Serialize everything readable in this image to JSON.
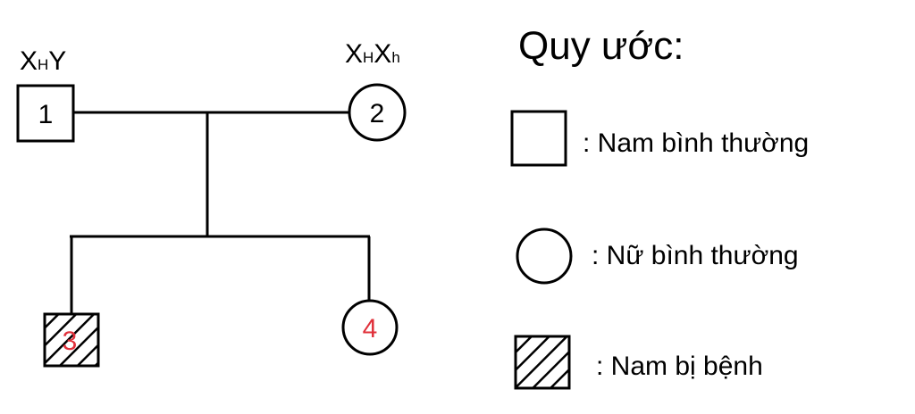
{
  "individuals": [
    {
      "id": "1",
      "number": "1",
      "sex": "male",
      "status": "normal",
      "genotype": {
        "x1": "X",
        "x1_sub": "H",
        "x2": "Y",
        "x2_sub": ""
      }
    },
    {
      "id": "2",
      "number": "2",
      "sex": "female",
      "status": "normal",
      "genotype": {
        "x1": "X",
        "x1_sub": "H",
        "x2": "X",
        "x2_sub": "h"
      }
    },
    {
      "id": "3",
      "number": "3",
      "sex": "male",
      "status": "affected"
    },
    {
      "id": "4",
      "number": "4",
      "sex": "female",
      "status": "normal"
    }
  ],
  "colors": {
    "line": "#000000",
    "child_number": "#e0303a"
  },
  "legend": {
    "title": "Quy ước:",
    "items": [
      {
        "symbol": "square",
        "label": ": Nam bình thường"
      },
      {
        "symbol": "circle",
        "label": ": Nữ bình thường"
      },
      {
        "symbol": "hatched-square",
        "label": ": Nam bị bệnh"
      }
    ]
  }
}
